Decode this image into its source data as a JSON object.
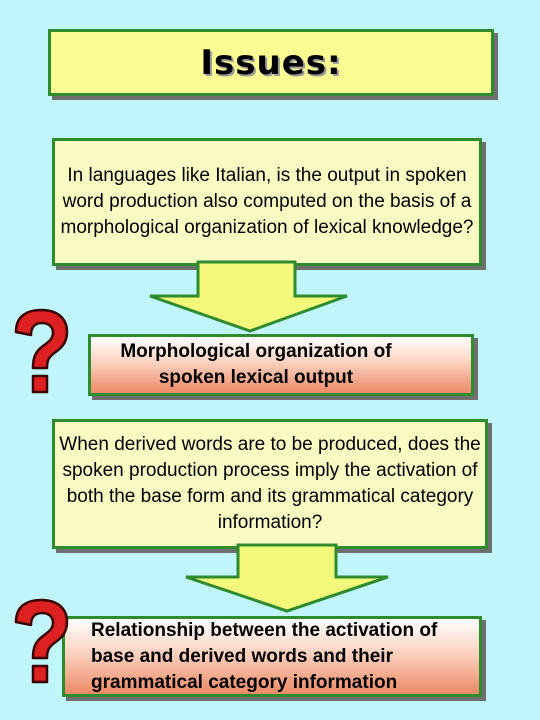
{
  "title": "Issues:",
  "question1": "In languages like Italian, is the output in spoken word production also computed on the basis of a morphological organization of lexical knowledge?",
  "result1": "Morphological organization of spoken lexical output",
  "question2": "When derived words are to be produced, does the spoken production process imply the activation of both the base form and its grammatical category information?",
  "result2": "Relationship between the activation of base and derived words and their grammatical category information",
  "question_mark_symbol": "?",
  "colors": {
    "background": "#bff5fb",
    "title_fill": "#fbfb93",
    "box_fill": "#fafac3",
    "border": "#2e8b2e",
    "arrow_fill": "#f3f77a",
    "question_mark": "#dd2020",
    "result_gradient_end": "#ec8a66"
  }
}
